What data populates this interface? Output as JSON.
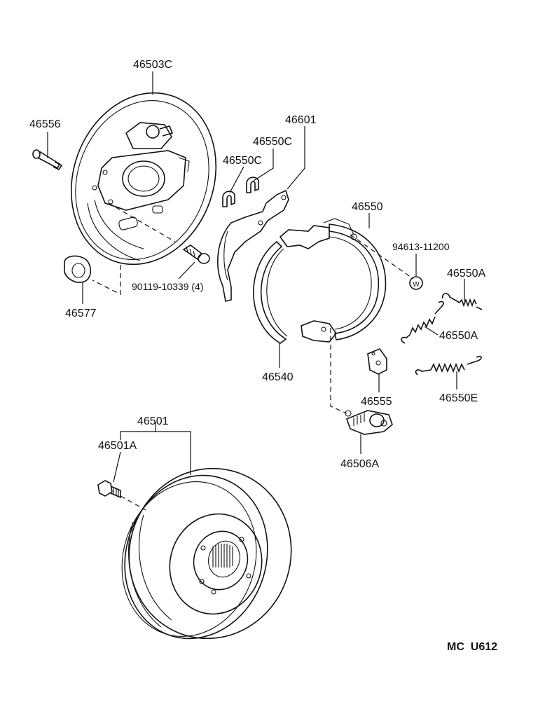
{
  "diagram": {
    "labels": {
      "backing_plate": "46503C",
      "bolt_46556": "46556",
      "plug": "46577",
      "bolt_90119": "90119-10339 (4)",
      "clip_a": "46550C",
      "clip_b": "46550C",
      "lever": "46601",
      "shoe_set": "46550",
      "washer": "94613-11200",
      "washer_mark": "W",
      "spring_a1": "46550A",
      "spring_a2": "46550A",
      "spring_e": "46550E",
      "shoe_front": "46540",
      "strut": "46555",
      "adjuster": "46506A",
      "drum": "46501",
      "stud": "46501A"
    },
    "code": "MC  U612"
  }
}
